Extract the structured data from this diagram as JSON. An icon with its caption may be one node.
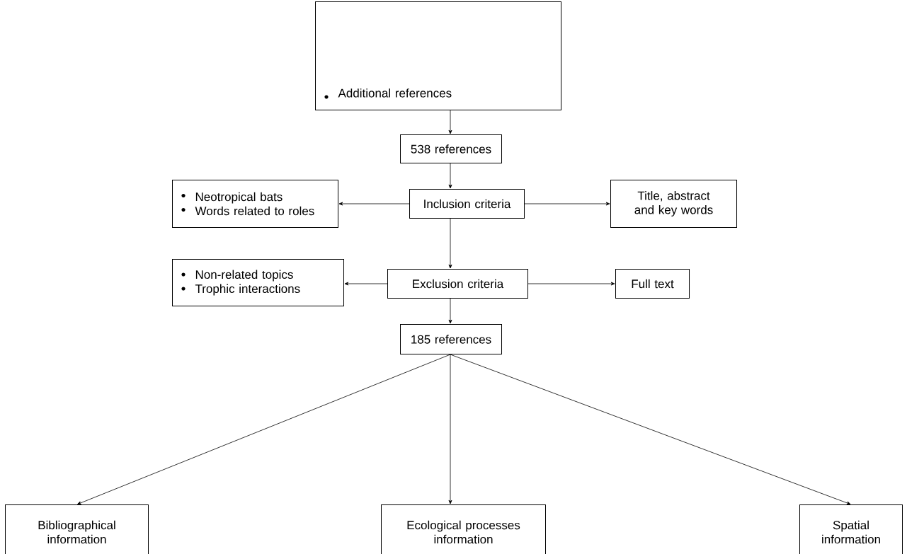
{
  "diagram": {
    "nodes": [
      {
        "text": [
          "Additional references"
        ]
      },
      {
        "text": [
          "538 references"
        ]
      },
      {
        "text": [
          "Neotropical bats",
          "Words related to roles"
        ]
      },
      {
        "text": [
          "Inclusion criteria"
        ]
      },
      {
        "text": [
          "Title, abstract and key words"
        ]
      },
      {
        "text": [
          "Non-related topics",
          "Trophic interactions"
        ]
      },
      {
        "text": [
          "Exclusion criteria"
        ]
      },
      {
        "text": [
          "Full text"
        ]
      },
      {
        "text": [
          "185 references"
        ]
      },
      {
        "text": [
          "Bibliographical information"
        ]
      },
      {
        "text": [
          "Ecological processes information"
        ]
      },
      {
        "text": [
          "Spatial information"
        ]
      }
    ],
    "edges": [
      {
        "from": 0,
        "to": 1,
        "arrow": "to"
      },
      {
        "from": 1,
        "to": 3,
        "arrow": "to"
      },
      {
        "from": 3,
        "to": 2,
        "arrow": "to"
      },
      {
        "from": 3,
        "to": 4,
        "arrow": "to"
      },
      {
        "from": 3,
        "to": 6,
        "arrow": "to"
      },
      {
        "from": 6,
        "to": 5,
        "arrow": "to"
      },
      {
        "from": 6,
        "to": 7,
        "arrow": "to"
      },
      {
        "from": 6,
        "to": 8,
        "arrow": "to"
      },
      {
        "from": 8,
        "to": 9,
        "arrow": "to"
      },
      {
        "from": 8,
        "to": 10,
        "arrow": "to"
      },
      {
        "from": 8,
        "to": 11,
        "arrow": "to"
      }
    ]
  }
}
